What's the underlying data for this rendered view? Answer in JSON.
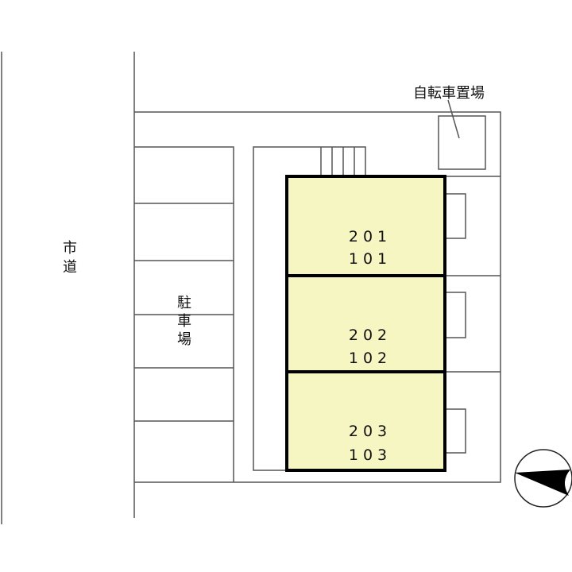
{
  "road_label": [
    "市",
    "道"
  ],
  "parking_label": [
    "駐",
    "車",
    "場"
  ],
  "bicycle_parking_label": "自転車置場",
  "units": [
    {
      "upper": "201",
      "lower": "101"
    },
    {
      "upper": "202",
      "lower": "102"
    },
    {
      "upper": "203",
      "lower": "103"
    }
  ],
  "colors": {
    "building_fill": "#f6f6c2",
    "line": "#555555",
    "wall": "#000000"
  },
  "compass_icon": "north-arrow-icon"
}
